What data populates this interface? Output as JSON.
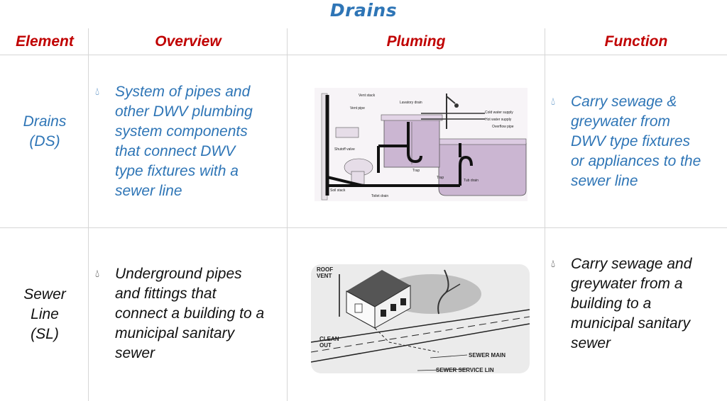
{
  "title": "Drains",
  "headers": {
    "element": "Element",
    "overview": "Overview",
    "pluming": "Pluming",
    "function": "Function"
  },
  "rows": [
    {
      "element_lines": [
        "Drains",
        "(DS)"
      ],
      "overview_lines": [
        "System of pipes and",
        "other DWV plumbing",
        "system components",
        "that connect DWV",
        "type fixtures with a",
        "sewer line"
      ],
      "function_lines": [
        "Carry sewage &",
        "greywater from",
        "DWV type fixtures",
        "or appliances to the",
        "sewer line"
      ],
      "diagram_labels": [
        "Vent stack",
        "Vent pipe",
        "Lavatory drain",
        "Cold water supply",
        "Hot water supply",
        "Overflow pipe",
        "Shutoff valve",
        "Trap",
        "Trap",
        "Tub drain",
        "Soil stack",
        "Toilet drain"
      ]
    },
    {
      "element_lines": [
        "Sewer",
        "Line",
        "(SL)"
      ],
      "overview_lines": [
        "Underground pipes",
        "and fittings that",
        "connect a building to a",
        "municipal sanitary",
        "sewer"
      ],
      "function_lines": [
        "Carry sewage and",
        "greywater from a",
        "building to a",
        "municipal sanitary",
        "sewer"
      ],
      "diagram_labels": [
        "ROOF",
        "VENT",
        "CLEAN",
        "OUT",
        "SEWER MAIN",
        "SEWER SERVICE LIN"
      ]
    }
  ],
  "colors": {
    "title": "#2e75b6",
    "header": "#c00000",
    "row1_text": "#2e75b6",
    "row2_text": "#111111",
    "grid": "#d6d6d6"
  },
  "icons": {
    "bullet": "drop-bullet-icon"
  }
}
